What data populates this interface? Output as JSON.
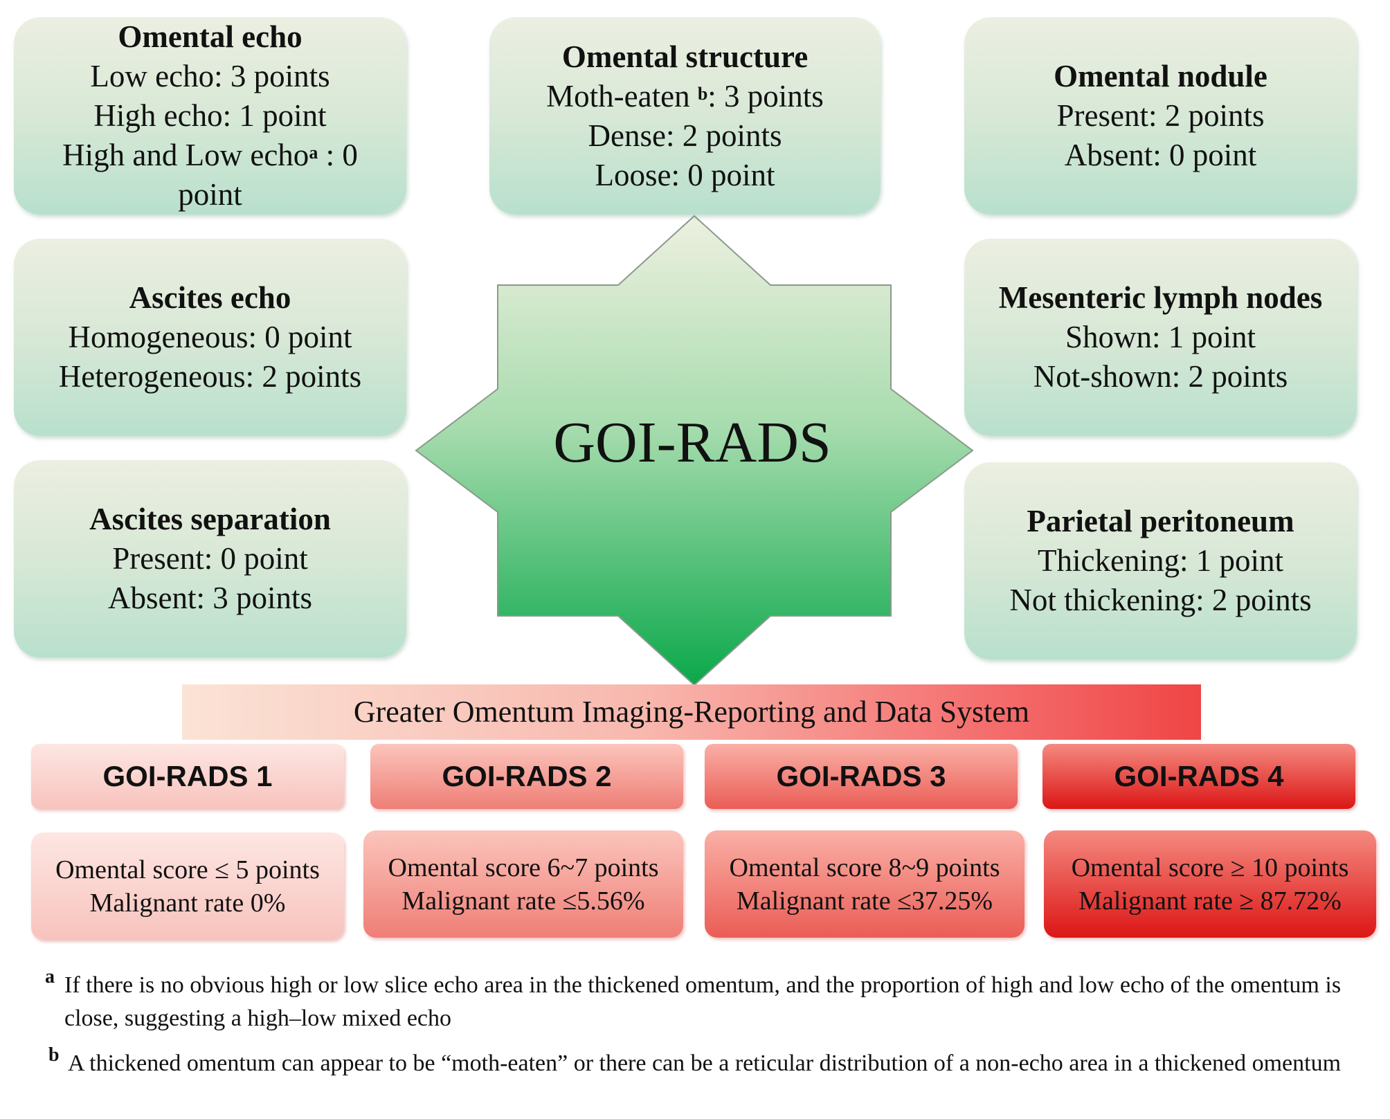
{
  "factors": {
    "omental_echo": {
      "title": "Omental echo",
      "line1": "Low echo: 3 points",
      "line2": "High echo: 1 point",
      "line3_pre": "High and Low echo",
      "line3_mark": "a",
      "line3_post": " : 0",
      "line4": "point"
    },
    "omental_structure": {
      "title": "Omental structure",
      "line1_pre": "Moth-eaten ",
      "line1_mark": "b",
      "line1_post": ": 3 points",
      "line2": "Dense: 2 points",
      "line3": "Loose: 0 point"
    },
    "omental_nodule": {
      "title": "Omental nodule",
      "line1": "Present: 2 points",
      "line2": "Absent: 0 point"
    },
    "ascites_echo": {
      "title": "Ascites echo",
      "line1": "Homogeneous: 0 point",
      "line2": "Heterogeneous: 2 points"
    },
    "mesenteric_lymph_nodes": {
      "title": "Mesenteric lymph nodes",
      "line1": "Shown: 1 point",
      "line2": "Not-shown: 2 points"
    },
    "ascites_separation": {
      "title": "Ascites separation",
      "line1": "Present: 0 point",
      "line2": "Absent: 3 points"
    },
    "parietal_peritoneum": {
      "title": "Parietal peritoneum",
      "line1": "Thickening: 1 point",
      "line2": "Not thickening: 2 points"
    }
  },
  "center_label": "GOI-RADS",
  "banner": "Greater Omentum Imaging-Reporting and Data System",
  "categories": [
    {
      "label": "GOI-RADS 1",
      "score": "Omental score ≤ 5 points",
      "rate": "Malignant rate  0%"
    },
    {
      "label": "GOI-RADS 2",
      "score": "Omental score 6~7 points",
      "rate": "Malignant rate  ≤5.56%"
    },
    {
      "label": "GOI-RADS 3",
      "score": "Omental score 8~9 points",
      "rate": "Malignant rate  ≤37.25%"
    },
    {
      "label": "GOI-RADS 4",
      "score": "Omental score ≥ 10 points",
      "rate": "Malignant rate ≥ 87.72%"
    }
  ],
  "footnotes": {
    "a": {
      "mark": "a",
      "text": "If there is no obvious high or low slice echo area in the thickened omentum, and the proportion of high and low echo of the omentum is close, suggesting a high–low mixed echo"
    },
    "b": {
      "mark": "b",
      "text": "A thickened omentum can appear to be “moth-eaten” or there can be a reticular distribution of a non-echo area in a thickened omentum"
    }
  },
  "colors": {
    "card_top": "#ecefe1",
    "card_bottom": "#b8e0cd",
    "star_top": "#eef0e0",
    "star_bottom": "#0aa84a",
    "banner_end": "#f04545",
    "cat4": "#dc1616"
  }
}
